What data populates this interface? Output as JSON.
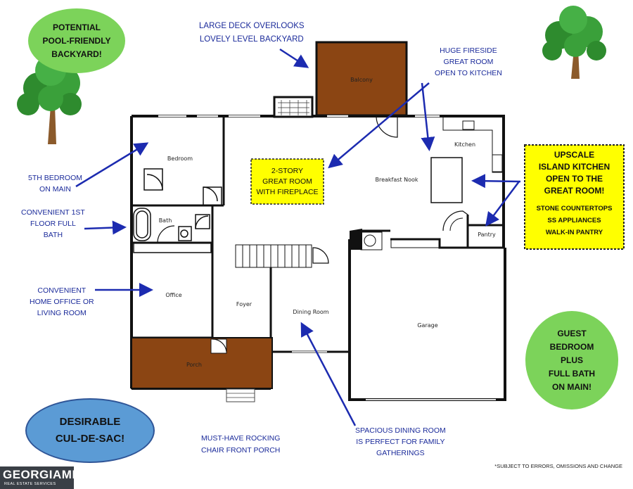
{
  "rooms": {
    "balcony": "Balcony",
    "bedroom": "Bedroom",
    "bath": "Bath",
    "office": "Office",
    "porch": "Porch",
    "foyer": "Foyer",
    "dining_room": "Dining Room",
    "breakfast_nook": "Breakfast Nook",
    "kitchen": "Kitchen",
    "pantry": "Pantry",
    "garage": "Garage"
  },
  "callouts": {
    "pool": [
      "POTENTIAL",
      "POOL-FRIENDLY",
      "BACKYARD!"
    ],
    "deck": [
      "LARGE DECK OVERLOOKS",
      "LOVELY LEVEL BACKYARD"
    ],
    "great_room_text": [
      "HUGE FIRESIDE",
      "GREAT ROOM",
      "OPEN TO KITCHEN"
    ],
    "two_story": [
      "2-STORY",
      "GREAT ROOM",
      "WITH FIREPLACE"
    ],
    "bedroom_main": [
      "5TH BEDROOM",
      "ON MAIN"
    ],
    "full_bath": [
      "CONVENIENT 1ST",
      "FLOOR FULL",
      "BATH"
    ],
    "office": [
      "CONVENIENT",
      "HOME OFFICE OR",
      "LIVING ROOM"
    ],
    "kitchen_box_title": [
      "UPSCALE",
      "ISLAND KITCHEN",
      "OPEN TO THE",
      "GREAT ROOM!"
    ],
    "kitchen_box_features": [
      "STONE COUNTERTOPS",
      "SS APPLIANCES",
      "WALK-IN PANTRY"
    ],
    "guest": [
      "GUEST",
      "BEDROOM",
      "PLUS",
      "FULL BATH",
      "ON MAIN!"
    ],
    "cul_de_sac": [
      "DESIRABLE",
      "CUL-DE-SAC!"
    ],
    "porch": [
      "MUST-HAVE ROCKING",
      "CHAIR FRONT PORCH"
    ],
    "dining": [
      "SPACIOUS DINING ROOM",
      "IS PERFECT FOR FAMILY",
      "GATHERINGS"
    ]
  },
  "footer": {
    "logo_name": "GEORGIAMLS",
    "logo_sub": "REAL ESTATE SERVICES",
    "disclaimer": "*SUBJECT TO ERRORS, OMISSIONS AND CHANGE"
  },
  "colors": {
    "callout_text": "#1a2a9a",
    "arrow": "#1c2bb0",
    "green_oval": "#7cd35a",
    "blue_oval": "#5b9bd5",
    "yellow_box": "#ffff00",
    "deck_brown": "#8b4513",
    "wall": "#111111"
  }
}
